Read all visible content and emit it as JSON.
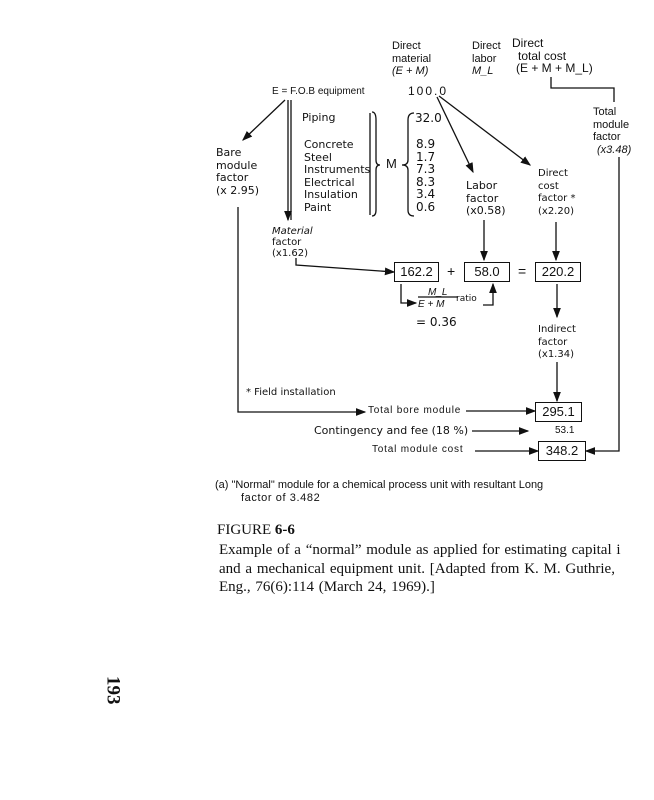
{
  "diagram": {
    "headers": {
      "direct_material": [
        "Direct",
        "material",
        "(E + M)"
      ],
      "direct_labor": [
        "Direct",
        "labor",
        "M_L"
      ],
      "direct_total": [
        "Direct",
        "total cost",
        "(E + M + M_L)"
      ]
    },
    "equipment_label": "E = F.O.B equipment",
    "equipment_value": "100.0",
    "materials": [
      {
        "label": "Piping",
        "value": "32.0"
      },
      {
        "label": "Concrete",
        "value": "8.9"
      },
      {
        "label": "Steel",
        "value": "1.7"
      },
      {
        "label": "Instruments",
        "value": "7.3"
      },
      {
        "label": "Electrical",
        "value": "8.3"
      },
      {
        "label": "Insulation",
        "value": "3.4"
      },
      {
        "label": "Paint",
        "value": "0.6"
      }
    ],
    "m_symbol": "M",
    "bare_module_factor": [
      "Bare",
      "module",
      "factor",
      "(x 2.95)"
    ],
    "material_factor": [
      "Material",
      "factor",
      "(x1.62)"
    ],
    "labor_factor": [
      "Labor",
      "factor",
      "(x0.58)"
    ],
    "direct_cost_factor": [
      "Direct",
      "cost",
      "factor *",
      "(x2.20)"
    ],
    "total_module_factor": [
      "Total",
      "module",
      "factor",
      "(x3.48)"
    ],
    "box_material": "162.2",
    "plus": "+",
    "box_labor": "58.0",
    "equals": "=",
    "box_direct": "220.2",
    "ratio_numerator": "M_L",
    "ratio_denominator": "E + M",
    "ratio_word": "ratio",
    "ratio_value": "= 0.36",
    "indirect_factor": [
      "Indirect",
      "factor",
      "(x1.34)"
    ],
    "field_installation": "* Field installation",
    "total_bare_module_label": "Total bore module",
    "box_bare_module": "295.1",
    "contingency_label": "Contingency and fee (18 %)",
    "contingency_value": "53.1",
    "total_module_cost_label": "Total module cost",
    "box_total": "348.2"
  },
  "caption_a": [
    "(a) \"Normal\" module for a chemical process unit with resultant Long",
    "factor of 3.482"
  ],
  "figure": {
    "label": "FIGURE",
    "number": "6-6",
    "lines": [
      "Example of a “normal” module as applied for estimating capital i",
      "and a mechanical equipment unit. [Adapted from K. M. Guthrie,",
      "Eng., 76(6):114 (March 24, 1969).]"
    ]
  },
  "page_number": "193"
}
